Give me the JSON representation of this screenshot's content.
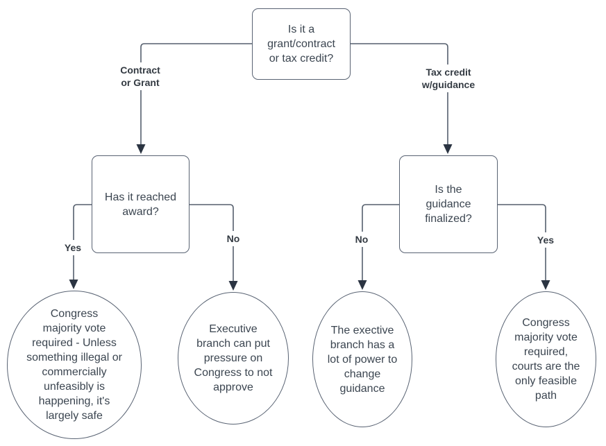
{
  "flowchart": {
    "root_question": "Is it a\ngrant/contract\nor tax credit?",
    "branches": [
      {
        "label": "Contract\nor Grant",
        "question": "Has it reached\naward?",
        "answers": [
          {
            "label": "Yes",
            "outcome": "Congress\nmajority vote\nrequired - Unless\nsomething illegal or\ncommercially\nunfeasibly is\nhappening, it's\nlargely safe"
          },
          {
            "label": "No",
            "outcome": "Executive\nbranch can put\npressure on\nCongress to not\napprove"
          }
        ]
      },
      {
        "label": "Tax credit\nw/guidance",
        "question": "Is the\nguidance\nfinalized?",
        "answers": [
          {
            "label": "No",
            "outcome": "The exective\nbranch has a\nlot of power to\nchange\nguidance"
          },
          {
            "label": "Yes",
            "outcome": "Congress\nmajority vote\nrequired,\ncourts are the\nonly feasible\npath"
          }
        ]
      }
    ]
  },
  "colors": {
    "background": "#ffffff",
    "node_fill": "#ffffff",
    "node_stroke": "#586272",
    "node_text": "#3b4550",
    "connector": "#555f6d",
    "arrowhead": "#2b3442",
    "label_text": "#333a42"
  }
}
